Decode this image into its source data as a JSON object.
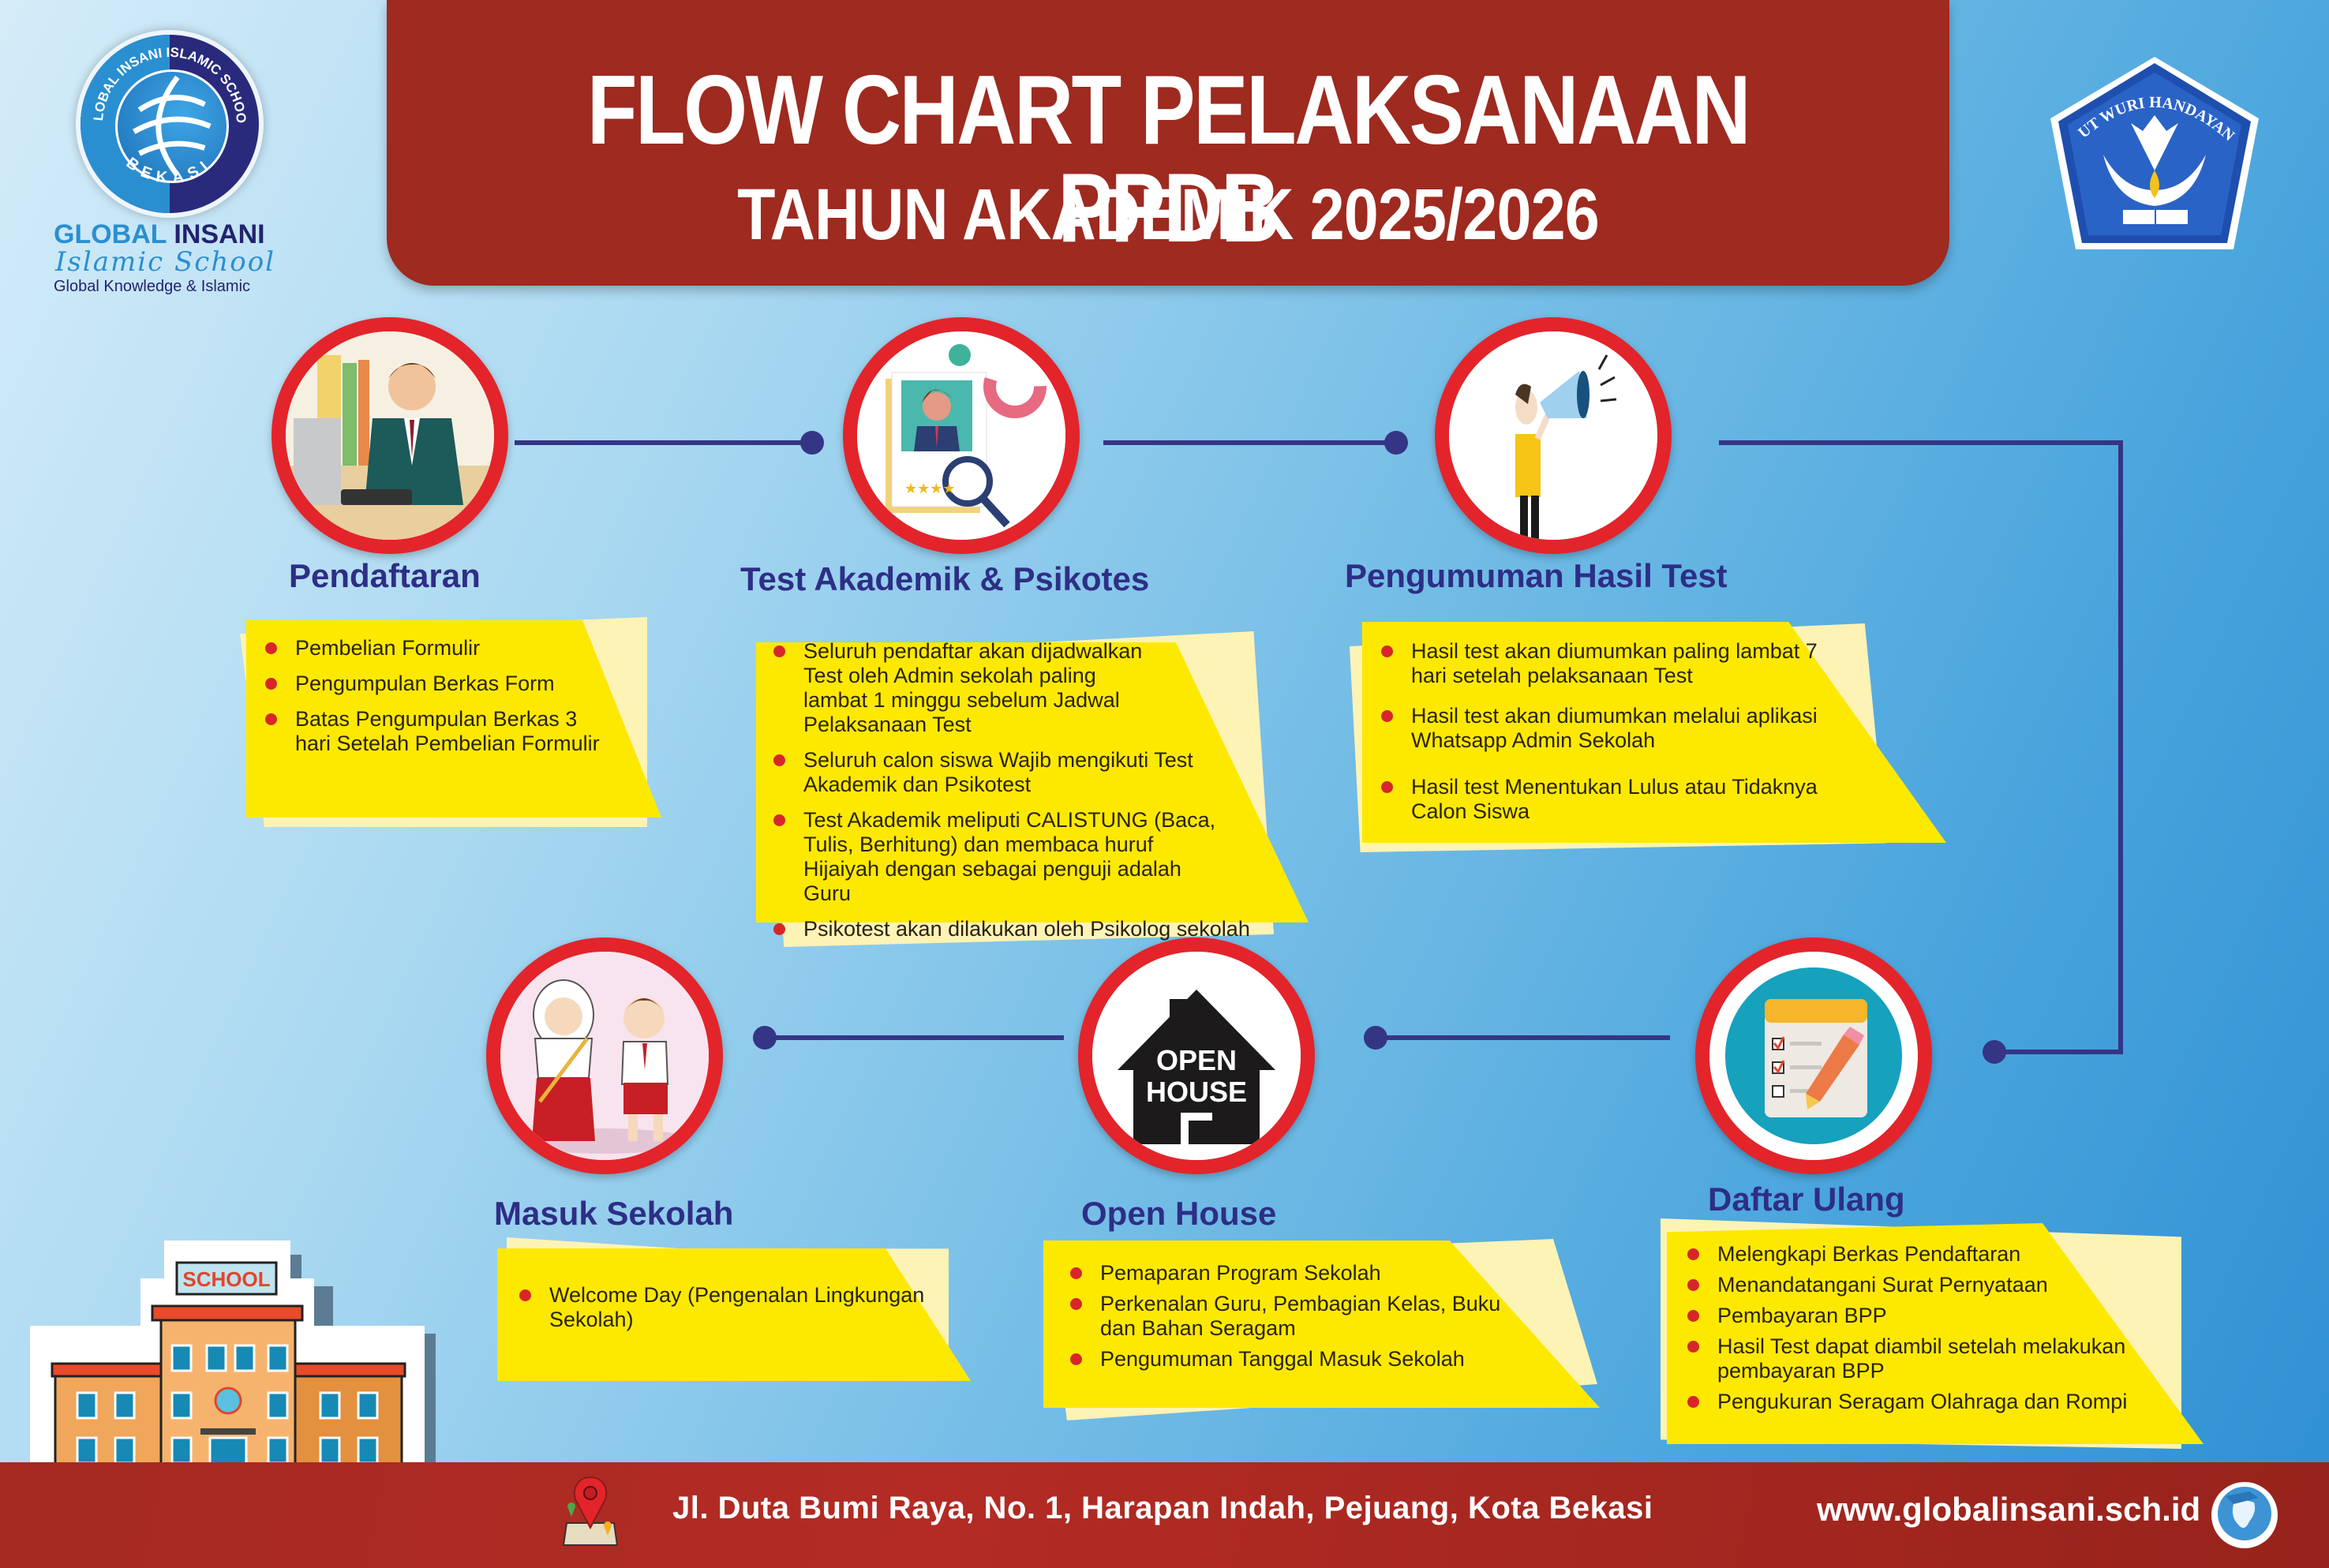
{
  "header": {
    "title": "FLOW CHART PELAKSANAAN PPDB",
    "subtitle": "TAHUN AKADEMIK 2025/2026"
  },
  "school_logo": {
    "ring_text_top": "GLOBAL INSANI  ISLAMIC SCHOOL",
    "ring_text_bottom": "BEKASI",
    "name_part1": "GLOBAL",
    "name_part2": "INSANI",
    "script_name": "Islamic School",
    "tagline": "Global Knowledge & Islamic"
  },
  "ministry_logo": {
    "motto": "TUT WURI HANDAYANI"
  },
  "colors": {
    "banner_red": "#9e2a20",
    "circle_red": "#e3242b",
    "connector_navy": "#353585",
    "title_navy": "#2e2e86",
    "note_yellow": "#fde900",
    "bullet_red": "#d7262a"
  },
  "steps": [
    {
      "order": 1,
      "title": "Pendaftaran",
      "icon": "customer-service-agent-icon",
      "items": [
        "Pembelian Formulir",
        "Pengumpulan Berkas Form",
        "Batas Pengumpulan Berkas 3 hari Setelah Pembelian Formulir"
      ]
    },
    {
      "order": 2,
      "title": "Test Akademik & Psikotes",
      "icon": "candidate-profile-review-icon",
      "items": [
        "Seluruh pendaftar akan dijadwalkan Test oleh Admin sekolah paling lambat 1 minggu sebelum Jadwal Pelaksanaan Test",
        "Seluruh calon siswa Wajib mengikuti Test Akademik dan Psikotest",
        "Test Akademik meliputi CALISTUNG (Baca, Tulis, Berhitung) dan membaca huruf Hijaiyah dengan sebagai penguji adalah Guru",
        "Psikotest akan dilakukan oleh Psikolog sekolah"
      ]
    },
    {
      "order": 3,
      "title": "Pengumuman Hasil Test",
      "icon": "megaphone-announcement-icon",
      "items": [
        "Hasil test akan diumumkan paling lambat 7 hari setelah pelaksanaan Test",
        "Hasil test akan diumumkan melalui aplikasi Whatsapp Admin Sekolah",
        "Hasil test Menentukan Lulus atau Tidaknya Calon Siswa"
      ]
    },
    {
      "order": 4,
      "title": "Daftar Ulang",
      "icon": "checklist-pencil-icon",
      "items": [
        "Melengkapi Berkas Pendaftaran",
        "Menandatangani Surat Pernyataan",
        "Pembayaran BPP",
        "Hasil Test dapat diambil setelah melakukan pembayaran BPP",
        "Pengukuran Seragam Olahraga dan Rompi"
      ]
    },
    {
      "order": 5,
      "title": "Open House",
      "icon": "open-house-icon",
      "icon_text": [
        "OPEN",
        "HOUSE"
      ],
      "items": [
        "Pemaparan Program Sekolah",
        "Perkenalan Guru, Pembagian Kelas, Buku dan Bahan Seragam",
        "Pengumuman Tanggal Masuk Sekolah"
      ]
    },
    {
      "order": 6,
      "title": "Masuk Sekolah",
      "icon": "students-waving-icon",
      "items": [
        "Welcome Day (Pengenalan Lingkungan Sekolah)"
      ]
    }
  ],
  "illustration": {
    "school_sign": "SCHOOL"
  },
  "footer": {
    "address": "Jl. Duta Bumi Raya, No. 1, Harapan Indah, Pejuang, Kota Bekasi",
    "website": "www.globalinsani.sch.id"
  }
}
